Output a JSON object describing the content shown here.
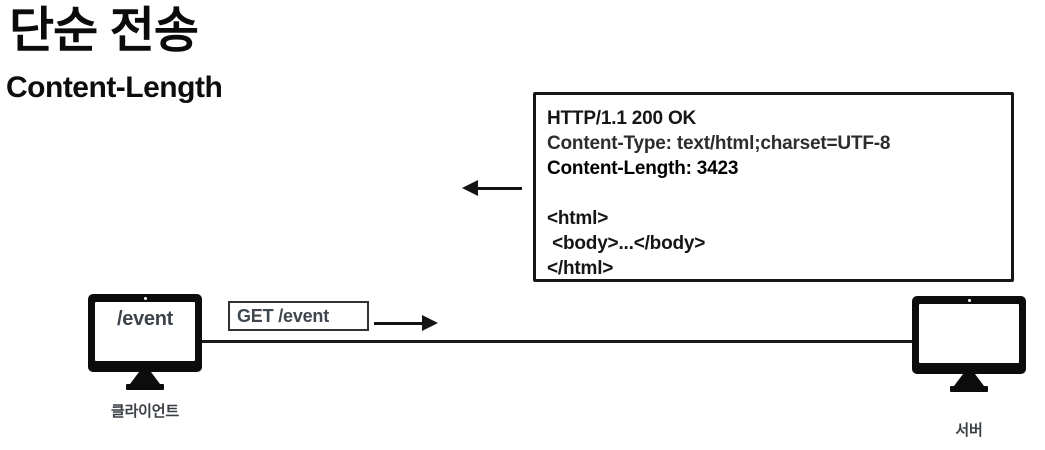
{
  "header": {
    "title": "단순 전송",
    "subtitle": "Content-Length"
  },
  "response_box": {
    "status_line": "HTTP/1.1 200 OK",
    "content_type_line": "Content-Type: text/html;charset=UTF-8",
    "content_length_line": "Content-Length: 3423",
    "body_lines": [
      "<html>",
      " <body>...</body>",
      "</html>"
    ]
  },
  "request_box": {
    "label": "GET /event"
  },
  "client": {
    "screen_label": "/event",
    "caption": "클라이언트"
  },
  "server": {
    "caption": "서버"
  },
  "icons": {
    "response_arrow": "arrow-left-icon",
    "request_arrow": "arrow-right-icon",
    "client_monitor": "monitor-icon",
    "server_monitor": "monitor-icon"
  },
  "colors": {
    "ink": "#141414",
    "muted_ink": "#3e444c",
    "background": "#ffffff"
  }
}
